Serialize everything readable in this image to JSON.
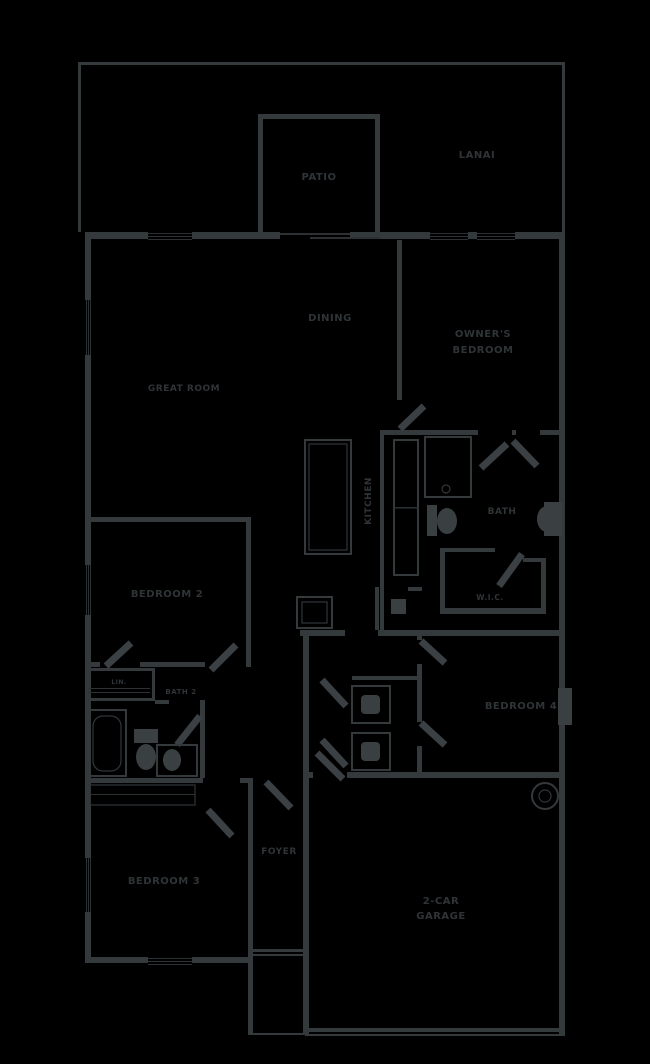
{
  "plan": {
    "kind": "single-story house floor plan",
    "colors": {
      "background": "#000000",
      "wall": "#34393c",
      "fixture_fill": "#3a3f42",
      "label": "#2f3437"
    },
    "labels": {
      "patio": "PATIO",
      "lanai": "LANAI",
      "great_room": "GREAT ROOM",
      "dining": "DINING",
      "kitchen": "KITCHEN",
      "owners_line1": "OWNER'S",
      "owners_line2": "BEDROOM",
      "owners_bath": "BATH",
      "wic": "W.I.C.",
      "bedroom2": "BEDROOM 2",
      "linen": "LIN.",
      "bath2": "BATH 2",
      "bedroom3": "BEDROOM 3",
      "bedroom4": "BEDROOM 4",
      "foyer": "FOYER",
      "garage_line1": "2-CAR",
      "garage_line2": "GARAGE"
    }
  }
}
